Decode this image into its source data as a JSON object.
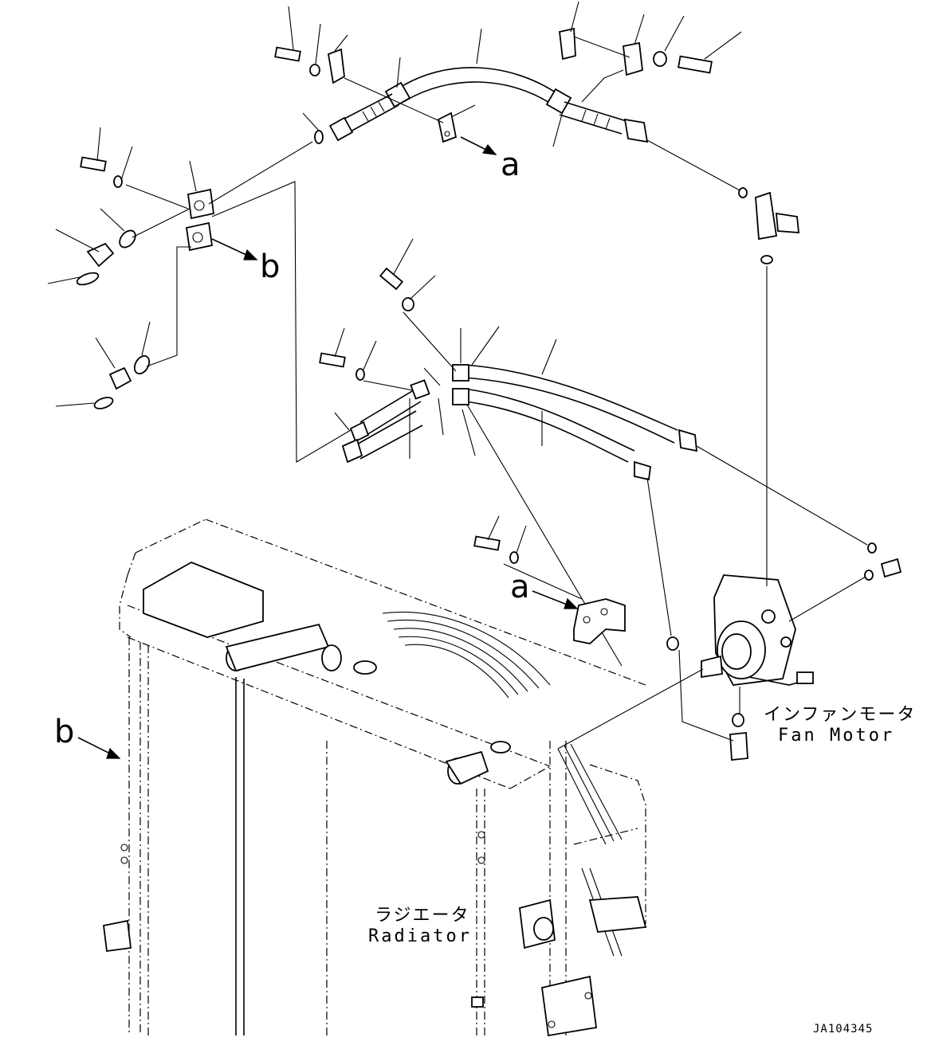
{
  "diagram": {
    "reference_letters": [
      "a",
      "b"
    ],
    "fan_motor": {
      "label_jp": "インファンモータ",
      "label_en": "Fan Motor"
    },
    "radiator": {
      "label_jp": "ラジエータ",
      "label_en": "Radiator"
    },
    "drawing_code": "JA104345"
  }
}
